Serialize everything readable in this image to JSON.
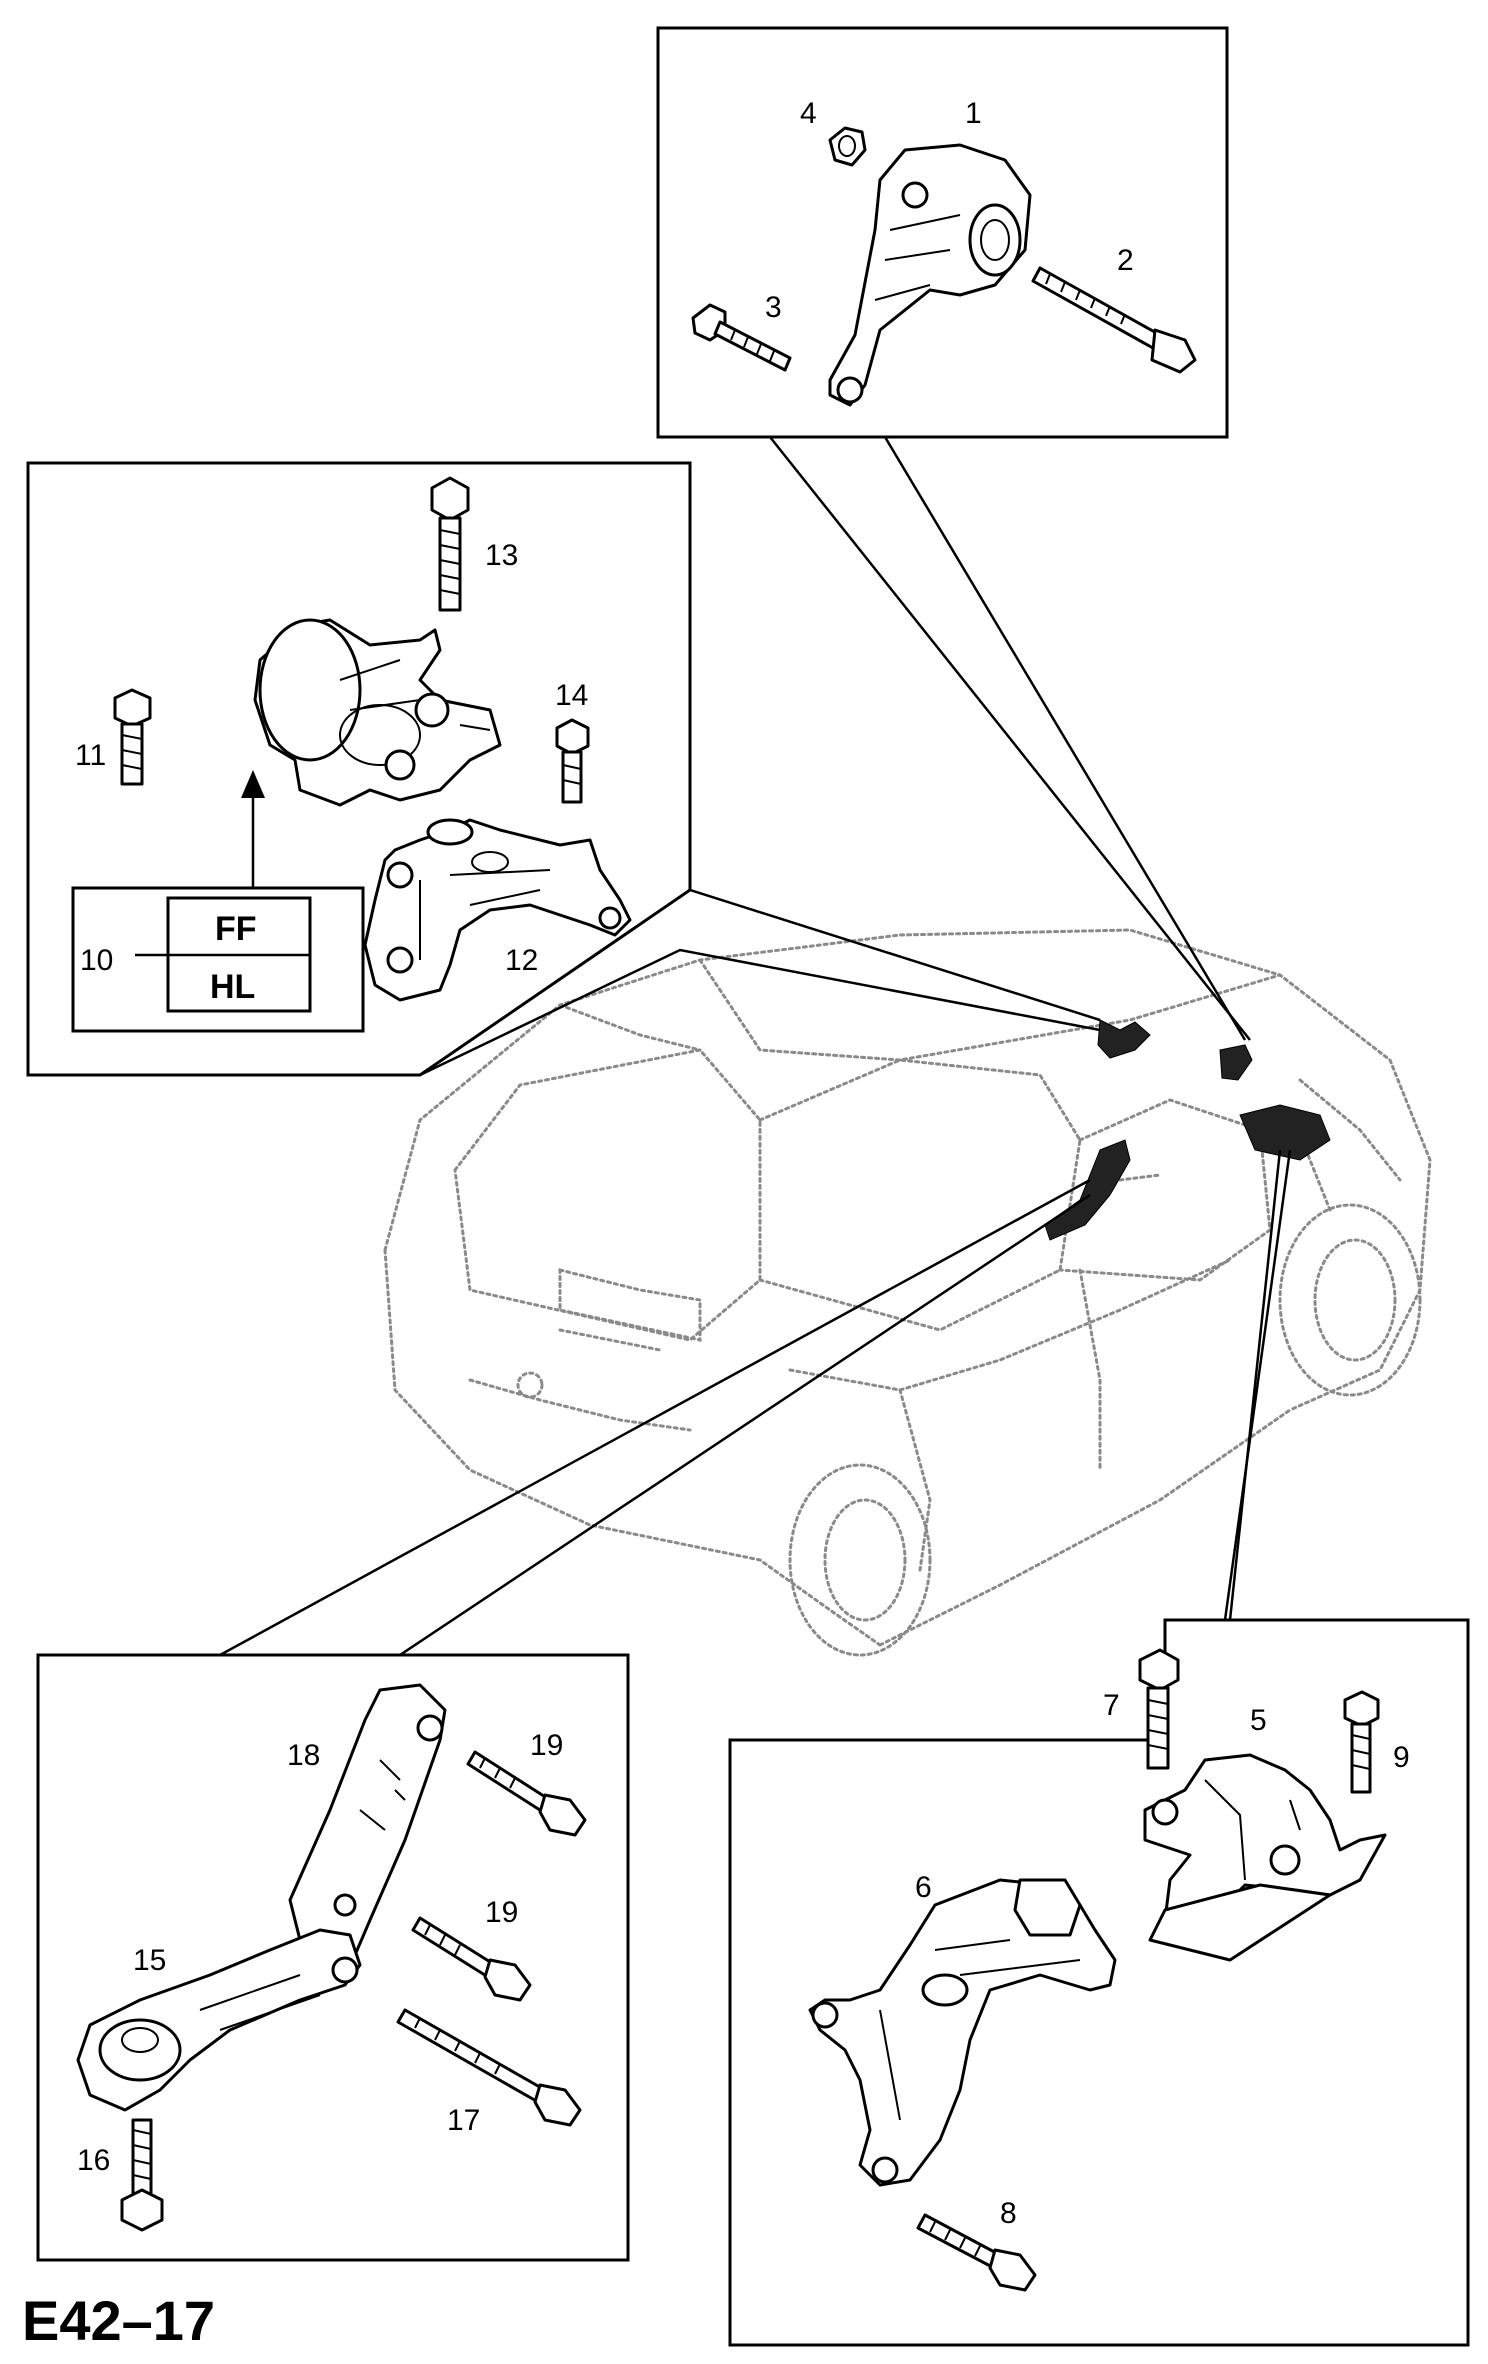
{
  "diagram_code": "E42–17",
  "callouts": {
    "c1": "1",
    "c2": "2",
    "c3": "3",
    "c4": "4",
    "c5": "5",
    "c6": "6",
    "c7": "7",
    "c8": "8",
    "c9": "9",
    "c10": "10",
    "c11": "11",
    "c12": "12",
    "c13": "13",
    "c14": "14",
    "c15": "15",
    "c16": "16",
    "c17": "17",
    "c18": "18",
    "c19a": "19",
    "c19b": "19"
  },
  "variant_box": {
    "top": "FF",
    "bottom": "HL"
  },
  "colors": {
    "ink": "#000000",
    "vehicle_ghost": "#8a8a8a",
    "background": "#ffffff"
  }
}
